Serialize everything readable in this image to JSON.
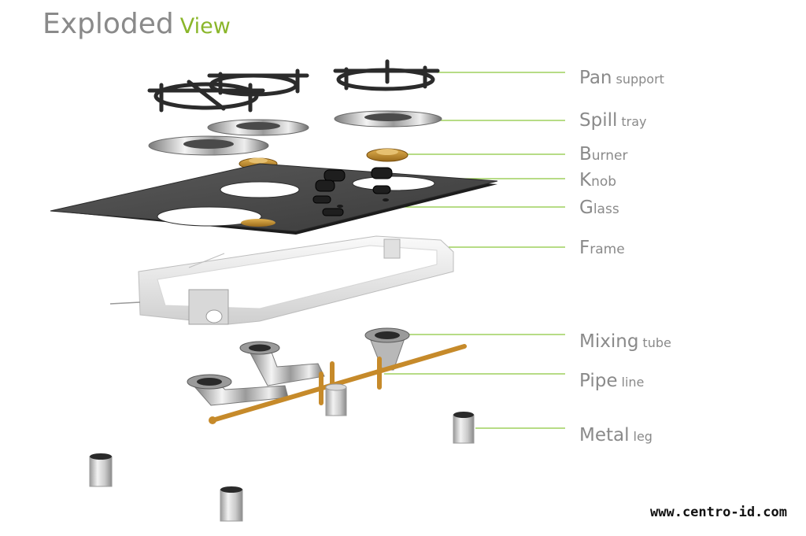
{
  "title": {
    "main": "Exploded",
    "accent": "View"
  },
  "labels": [
    {
      "id": "pan-support",
      "big": "Pan",
      "small": "support",
      "tight": false
    },
    {
      "id": "spill-tray",
      "big": "Spill",
      "small": "tray",
      "tight": false
    },
    {
      "id": "burner",
      "big": "B",
      "small": "urner",
      "tight": true
    },
    {
      "id": "knob",
      "big": "K",
      "small": "nob",
      "tight": true
    },
    {
      "id": "glass",
      "big": "G",
      "small": "lass",
      "tight": true
    },
    {
      "id": "frame",
      "big": "F",
      "small": "rame",
      "tight": true
    },
    {
      "id": "mixing-tube",
      "big": "Mixing",
      "small": "tube",
      "tight": false
    },
    {
      "id": "pipe-line",
      "big": "Pipe",
      "small": "line",
      "tight": false
    },
    {
      "id": "metal-leg",
      "big": "Metal",
      "small": "leg",
      "tight": false
    }
  ],
  "website": "www.centro-id.com",
  "colors": {
    "title": "#8a8a8a",
    "accent": "#8ab62a",
    "leader_line": "#8cc63f",
    "label_text": "#8a8a8a",
    "brass": "#c68a2a",
    "glass": "#4a4a4a"
  }
}
